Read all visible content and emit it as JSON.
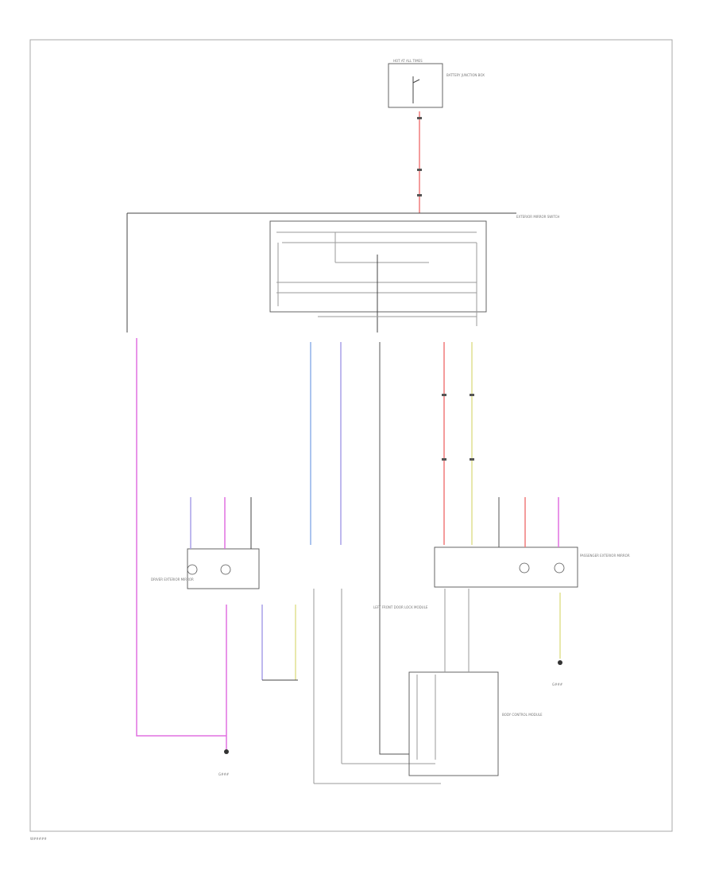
{
  "footer_code": "W#####",
  "components": [
    {
      "id": "hot",
      "label": "HOT AT ALL TIMES"
    },
    {
      "id": "bjb",
      "label": "BATTERY JUNCTION BOX"
    },
    {
      "id": "ext_switch",
      "label": "EXTERIOR MIRROR SWITCH"
    },
    {
      "id": "lh_mirror",
      "label": "DRIVER EXTERIOR MIRROR"
    },
    {
      "id": "rh_mirror",
      "label": "PASSENGER EXTERIOR MIRROR"
    },
    {
      "id": "bcm",
      "label": "BODY CONTROL MODULE"
    },
    {
      "id": "relay_note",
      "label": "LEFT FRONT DOOR LOCK MODULE"
    },
    {
      "id": "g1",
      "label": "G###"
    },
    {
      "id": "g2",
      "label": "G###"
    }
  ],
  "colors": {
    "red": "#f07a7a",
    "pink": "#e070e0",
    "blue": "#8fb0e8",
    "violet": "#a8a0e8",
    "yellow": "#e0e090",
    "black": "#444444"
  }
}
